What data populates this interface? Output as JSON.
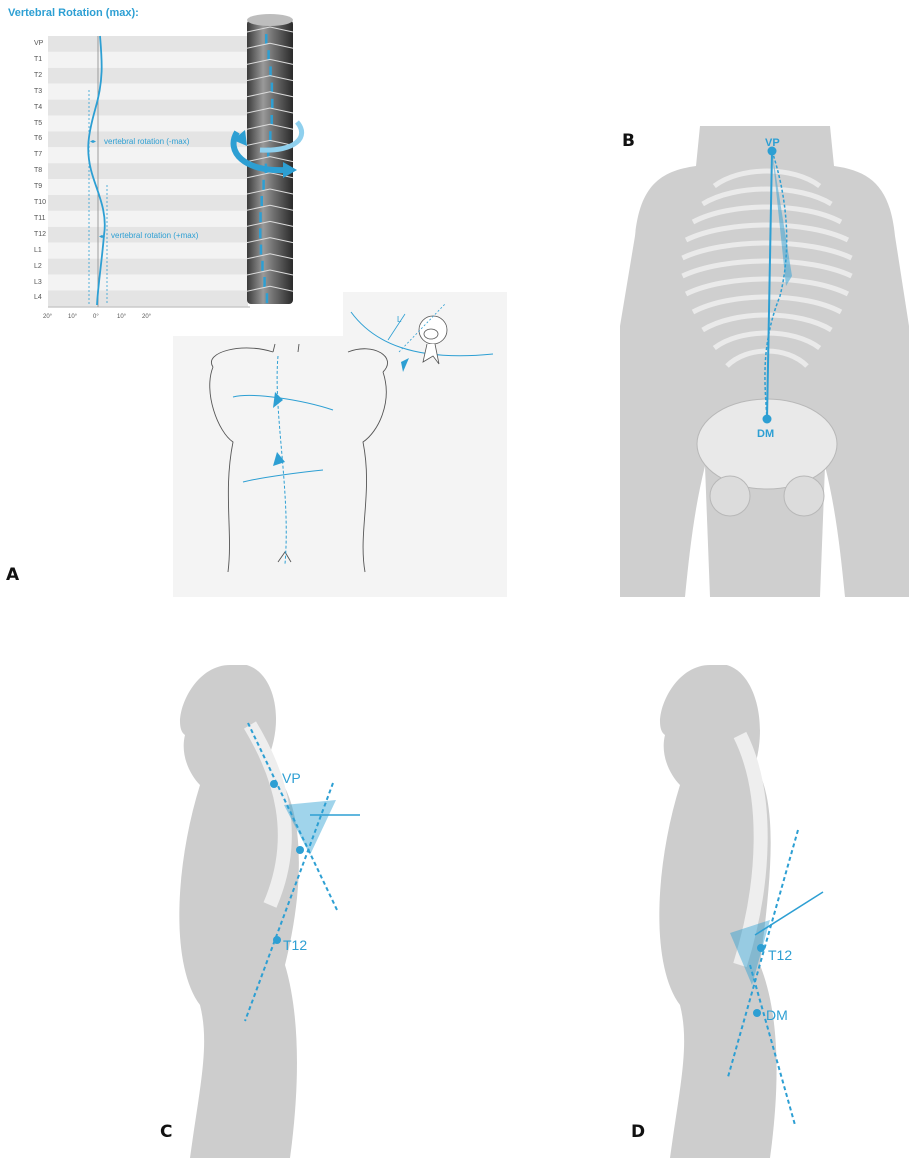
{
  "title": "Vertebral Rotation (max):",
  "panel_labels": {
    "a": "A",
    "b": "B",
    "c": "C",
    "d": "D"
  },
  "levels": [
    "VP",
    "T1",
    "T2",
    "T3",
    "T4",
    "T5",
    "T6",
    "T7",
    "T8",
    "T9",
    "T10",
    "T11",
    "T12",
    "L1",
    "L2",
    "L3",
    "L4"
  ],
  "x_ticks": [
    "20°",
    "10°",
    "0°",
    "10°",
    "20°"
  ],
  "annotations": {
    "neg_max": "vertebral rotation (-max)",
    "pos_max": "vertebral rotation (+max)",
    "l_label": "L"
  },
  "markers": {
    "b_top": "VP",
    "b_bottom": "DM",
    "c_vp": "VP",
    "c_t12": "T12",
    "d_t12": "T12",
    "d_dm": "DM"
  },
  "colors": {
    "accent": "#2d9fd3",
    "body": "#c9c9c9",
    "bone": "#ececec"
  }
}
